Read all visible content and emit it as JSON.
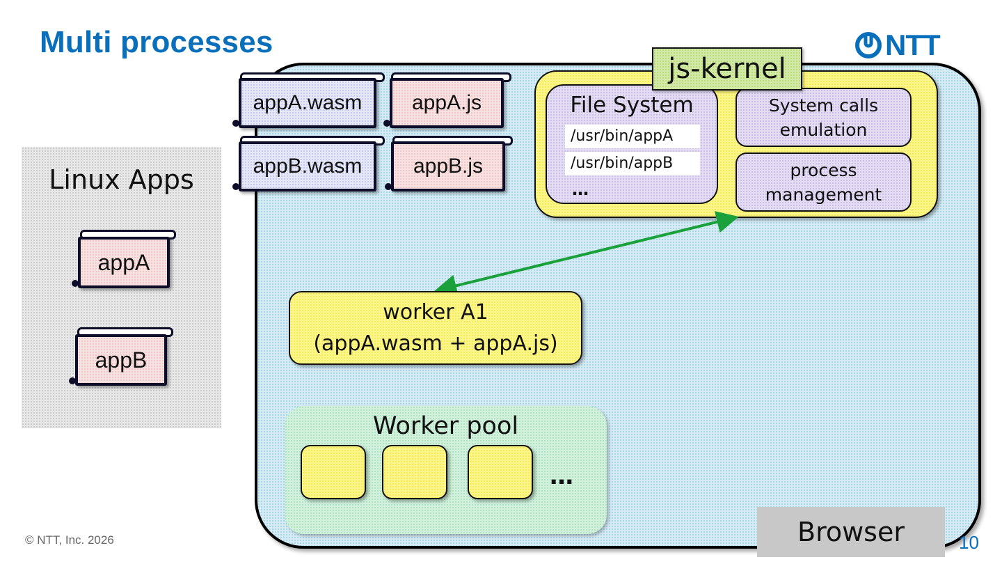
{
  "slide": {
    "title": "Multi processes",
    "logo_text": "NTT",
    "footer": "© NTT, Inc.  2026",
    "page_number": "10"
  },
  "colors": {
    "brand_blue": "#0a6fbb",
    "arrow_green": "#1aa13c",
    "browser_fill": "#d6ecf5",
    "kernel_fill": "#fbf58a",
    "kernel_label_fill": "#d3eaa6",
    "subsystem_fill": "#e4dcf3",
    "pool_fill": "#d2f0dc",
    "js_file_fill": "#f8e1e1",
    "wasm_file_fill": "#e6e8f8"
  },
  "linux_apps": {
    "title": "Linux Apps",
    "apps": [
      "appA",
      "appB"
    ]
  },
  "browser": {
    "label": "Browser",
    "files": [
      {
        "name": "appA.wasm",
        "kind": "wasm"
      },
      {
        "name": "appA.js",
        "kind": "js"
      },
      {
        "name": "appB.wasm",
        "kind": "wasm"
      },
      {
        "name": "appB.js",
        "kind": "js"
      }
    ],
    "kernel": {
      "label": "js-kernel",
      "file_system": {
        "title": "File System",
        "paths": [
          "/usr/bin/appA",
          "/usr/bin/appB"
        ],
        "more": "…"
      },
      "syscalls": {
        "line1": "System calls",
        "line2": "emulation"
      },
      "process_mgmt": {
        "line1": "process",
        "line2": "management"
      }
    },
    "worker": {
      "line1": "worker A1",
      "line2": "(appA.wasm + appA.js)"
    },
    "worker_pool": {
      "title": "Worker pool",
      "slot_count": 3,
      "more": "…"
    },
    "connection": {
      "from": "worker A1",
      "to": "js-kernel process management",
      "direction": "bidirectional"
    }
  }
}
